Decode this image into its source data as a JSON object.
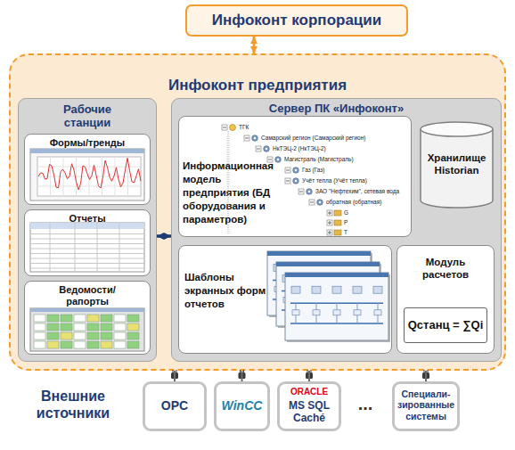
{
  "diagram": {
    "nodes": [
      {
        "text": [
          "Инфоконт корпорации"
        ]
      },
      {
        "text": [
          "Инфоконт предприятия"
        ]
      },
      {
        "text": [
          "Рабочие станции"
        ],
        "in": 1
      },
      {
        "text": [
          "Формы/тренды"
        ],
        "in": 2
      },
      {
        "text": [
          "Отчеты"
        ],
        "in": 2
      },
      {
        "text": [
          "Ведомости/ рапорты"
        ],
        "in": 2
      },
      {
        "text": [
          "Сервер ПК «Инфоконт»"
        ],
        "in": 1
      },
      {
        "text": [
          "Информационная модель предприятия (БД оборудования и параметров)"
        ],
        "in": 6
      },
      {
        "text": [
          "Хранилище Historian"
        ],
        "in": 6
      },
      {
        "text": [
          "Шаблоны экранных форм и отчетов"
        ],
        "in": 6
      },
      {
        "text": [
          "Модуль расчетов"
        ],
        "in": 6
      },
      {
        "text": [
          "Qстанц = ∑Qi"
        ],
        "in": 10
      },
      {
        "text": [
          "OPC"
        ]
      },
      {
        "text": [
          "WinCC"
        ]
      },
      {
        "text": [
          "ORACLE",
          "MS SQL Caché"
        ]
      },
      {
        "text": [
          "Специали- зированные системы"
        ]
      }
    ],
    "edges": [
      {
        "from": 0,
        "to": 1,
        "arrow": "both"
      },
      {
        "from": 2,
        "to": 6,
        "arrow": "both"
      },
      {
        "from": 12,
        "to": 1,
        "arrow": "none"
      },
      {
        "from": 13,
        "to": 1,
        "arrow": "none"
      },
      {
        "from": 14,
        "to": 1,
        "arrow": "none"
      },
      {
        "from": 15,
        "to": 1,
        "arrow": "none"
      }
    ],
    "labels": [
      "Внешние источники",
      "...",
      "ТГК",
      "Самарский регион (Самарский регион)",
      "НкТЭЦ-2 (НкТЭЦ-2)",
      "Магистраль (Магистраль)",
      "Газ (Газ)",
      "Учёт тепла (Учёт тепла)",
      "ЗАО \"Нефтехим\", сетевая вода",
      "обратная (обратная)",
      "G",
      "P",
      "T"
    ]
  }
}
